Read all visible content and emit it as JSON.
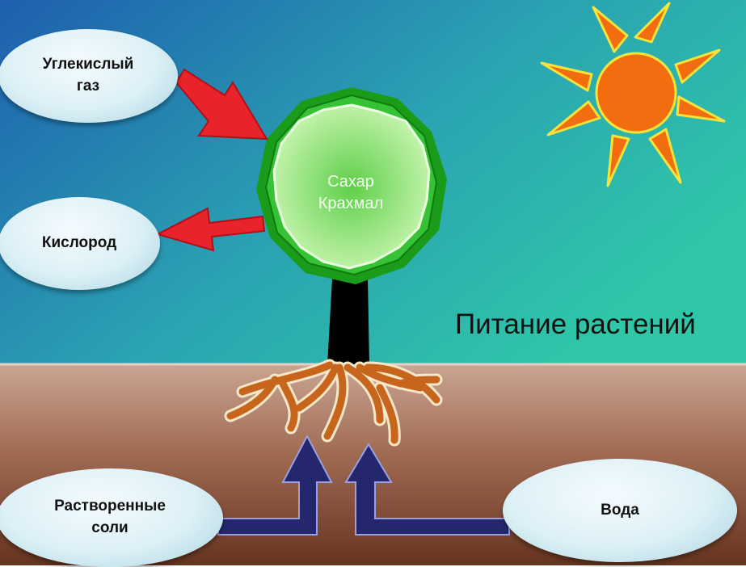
{
  "title": "Питание растений",
  "crown": {
    "line1": "Сахар",
    "line2": "Крахмал"
  },
  "labels": {
    "co2": {
      "line1": "Углекислый",
      "line2": "газ"
    },
    "oxygen": "Кислород",
    "salts": {
      "line1": "Растворенные",
      "line2": "соли"
    },
    "water": "Вода"
  },
  "colors": {
    "sky_top": "#1e5fae",
    "sky_bottom": "#2fb7ae",
    "soil_top": "#c9a490",
    "soil_bottom": "#6a3a26",
    "sun": "#f26d0f",
    "crown": "#2db82d",
    "arrow_red": "#e8232b",
    "arrow_blue": "#24276e",
    "root": "#c8651c"
  }
}
